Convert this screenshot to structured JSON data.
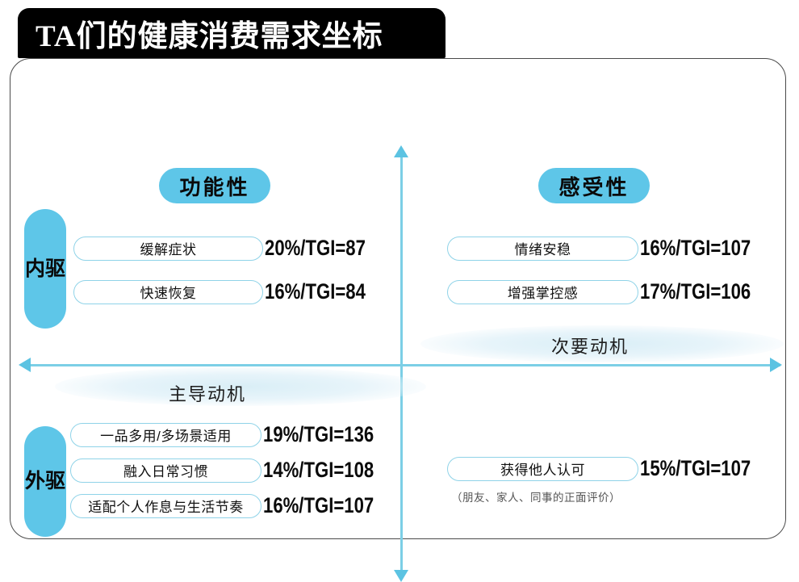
{
  "title": "TA们的健康消费需求坐标",
  "axes": {
    "vertical_up_icon": "arrow-up-icon",
    "vertical_down_icon": "arrow-down-icon",
    "horizontal_left_icon": "arrow-left-icon",
    "horizontal_right_icon": "arrow-right-icon"
  },
  "drives": {
    "inner": "内驱",
    "outer": "外驱"
  },
  "categories": {
    "functional": "功能性",
    "emotional": "感受性"
  },
  "motivations": {
    "primary": "主导动机",
    "secondary": "次要动机"
  },
  "colors": {
    "accent_blue": "#5ec6e8",
    "axis_blue": "#7ccfe6",
    "pill_border": "#8fd3e8",
    "banner_bg": "#000000",
    "card_border": "#4a4a4a"
  },
  "quadrants": {
    "q1": {
      "name": "内驱-功能性",
      "items": [
        {
          "label": "缓解症状",
          "value": "20%/TGI=87"
        },
        {
          "label": "快速恢复",
          "value": "16%/TGI=84"
        }
      ]
    },
    "q2": {
      "name": "内驱-感受性",
      "items": [
        {
          "label": "情绪安稳",
          "value": "16%/TGI=107"
        },
        {
          "label": "增强掌控感",
          "value": "17%/TGI=106"
        }
      ]
    },
    "q3": {
      "name": "外驱-功能性",
      "items": [
        {
          "label": "一品多用/多场景适用",
          "value": "19%/TGI=136"
        },
        {
          "label": "融入日常习惯",
          "value": "14%/TGI=108"
        },
        {
          "label": "适配个人作息与生活节奏",
          "value": "16%/TGI=107"
        }
      ]
    },
    "q4": {
      "name": "外驱-感受性",
      "items": [
        {
          "label": "获得他人认可",
          "value": "15%/TGI=107",
          "note": "（朋友、家人、同事的正面评价）"
        }
      ]
    }
  }
}
